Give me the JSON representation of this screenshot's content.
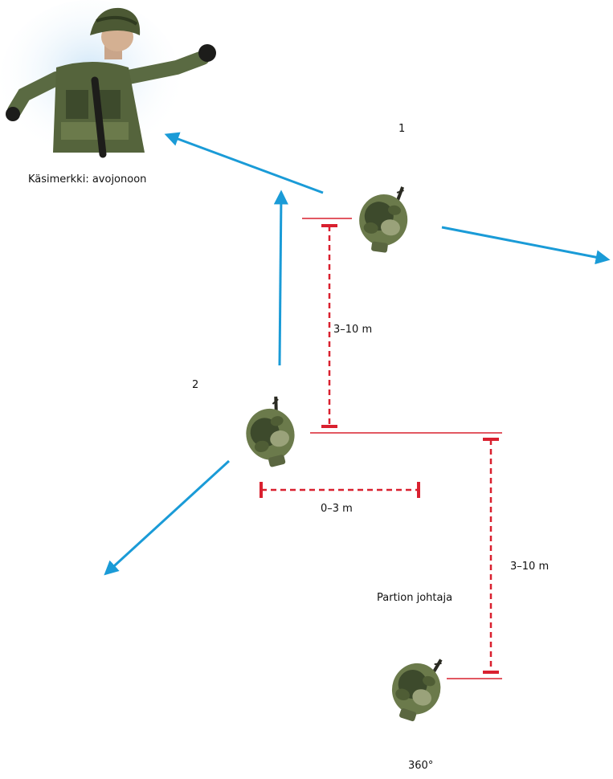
{
  "labels": {
    "hand_signal": "Käsimerkki: avojonoon",
    "soldier_1": "1",
    "soldier_2": "2",
    "leader": "Partion johtaja",
    "dist_1_2": "3–10 m",
    "dist_lateral": "0–3 m",
    "dist_2_leader": "3–10 m",
    "leader_watch": "360°"
  },
  "colors": {
    "arrow": "#1a9bd7",
    "measure": "#d9202f",
    "camo_dark": "#3d4a2c",
    "camo_mid": "#6b7a4b",
    "camo_light": "#9aa27a",
    "glow": "#cfe6f7"
  },
  "icons": {
    "signal_soldier": "soldier-hand-signal-icon",
    "patrol_member": "soldier-top-view-icon",
    "direction": "arrow-icon"
  }
}
